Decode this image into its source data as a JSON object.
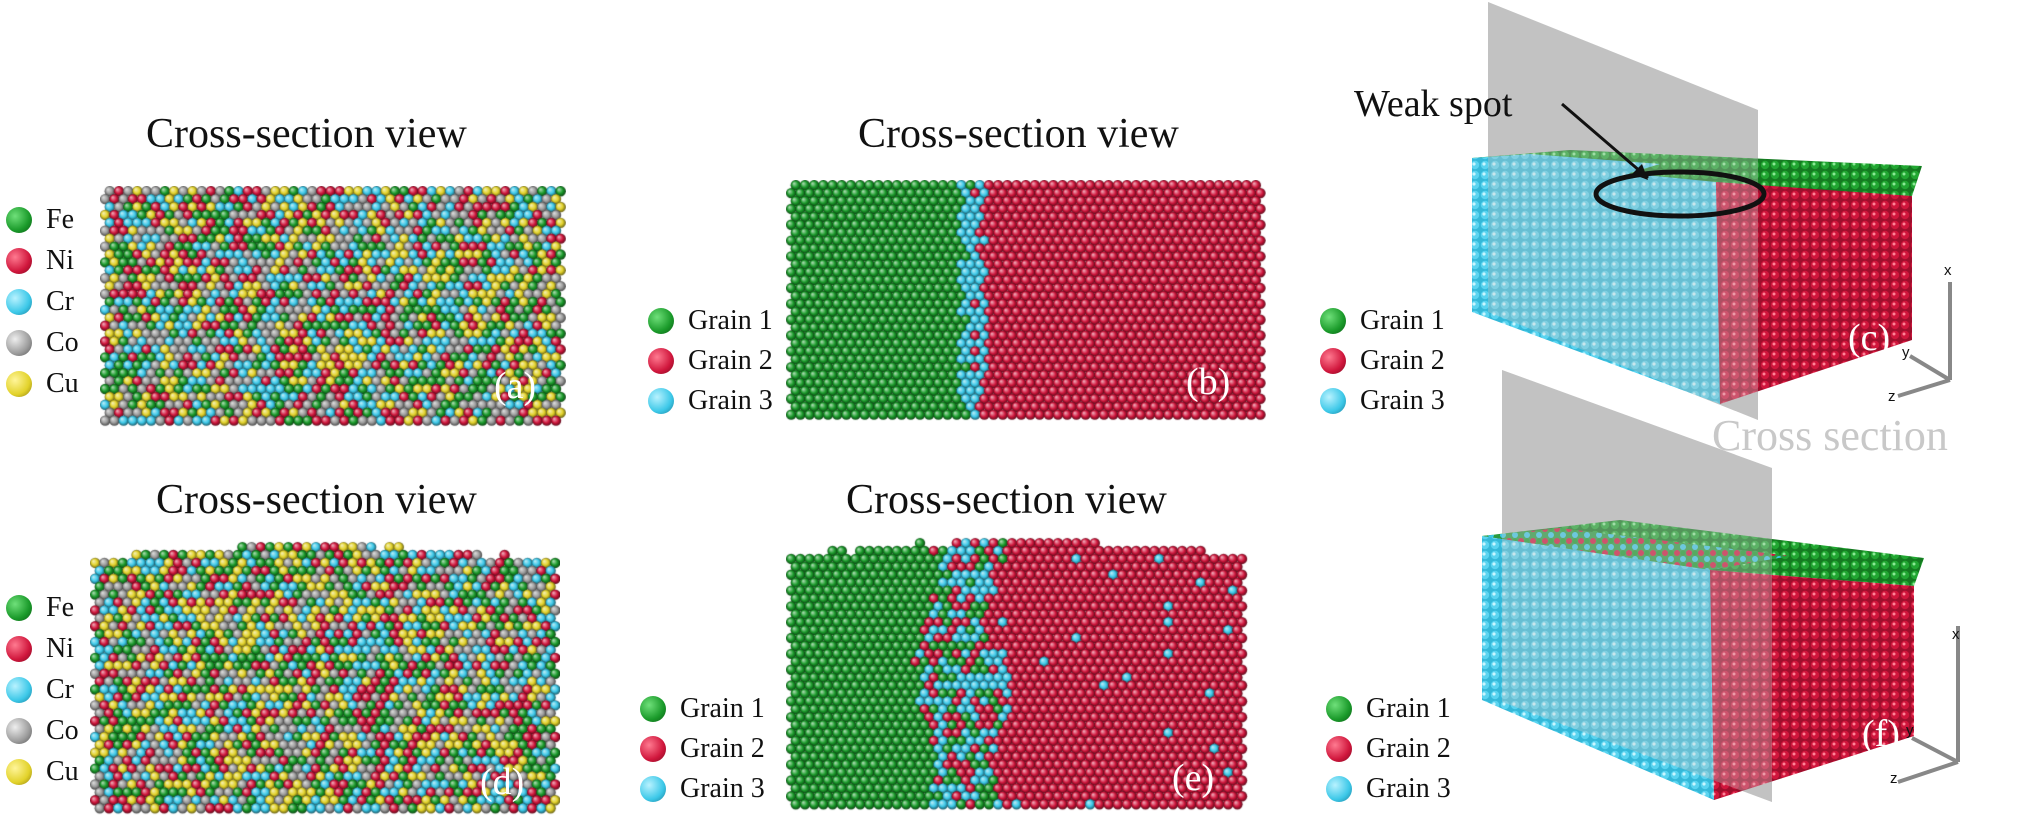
{
  "colors": {
    "Fe": "#1a9a2a",
    "Ni": "#d0163c",
    "Cr": "#3cc8e8",
    "Co": "#9c9c9c",
    "Cu": "#e2d22a",
    "grain1": "#1a9a2a",
    "grain2": "#d0163c",
    "grain3": "#3cc8e8",
    "plane": "#b4b4b4"
  },
  "titles": {
    "a": "Cross-section view",
    "b": "Cross-section view",
    "d": "Cross-section view",
    "e": "Cross-section view"
  },
  "panel_labels": {
    "a": "(a)",
    "b": "(b)",
    "c": "(c)",
    "d": "(d)",
    "e": "(e)",
    "f": "(f)"
  },
  "legend_elements": [
    "Fe",
    "Ni",
    "Cr",
    "Co",
    "Cu"
  ],
  "legend_grains": [
    "Grain 1",
    "Grain 2",
    "Grain 3"
  ],
  "annotations": {
    "weak_spot": "Weak spot",
    "cross_section": "Cross section"
  },
  "axes": {
    "x": "x",
    "y": "y",
    "z": "z"
  }
}
